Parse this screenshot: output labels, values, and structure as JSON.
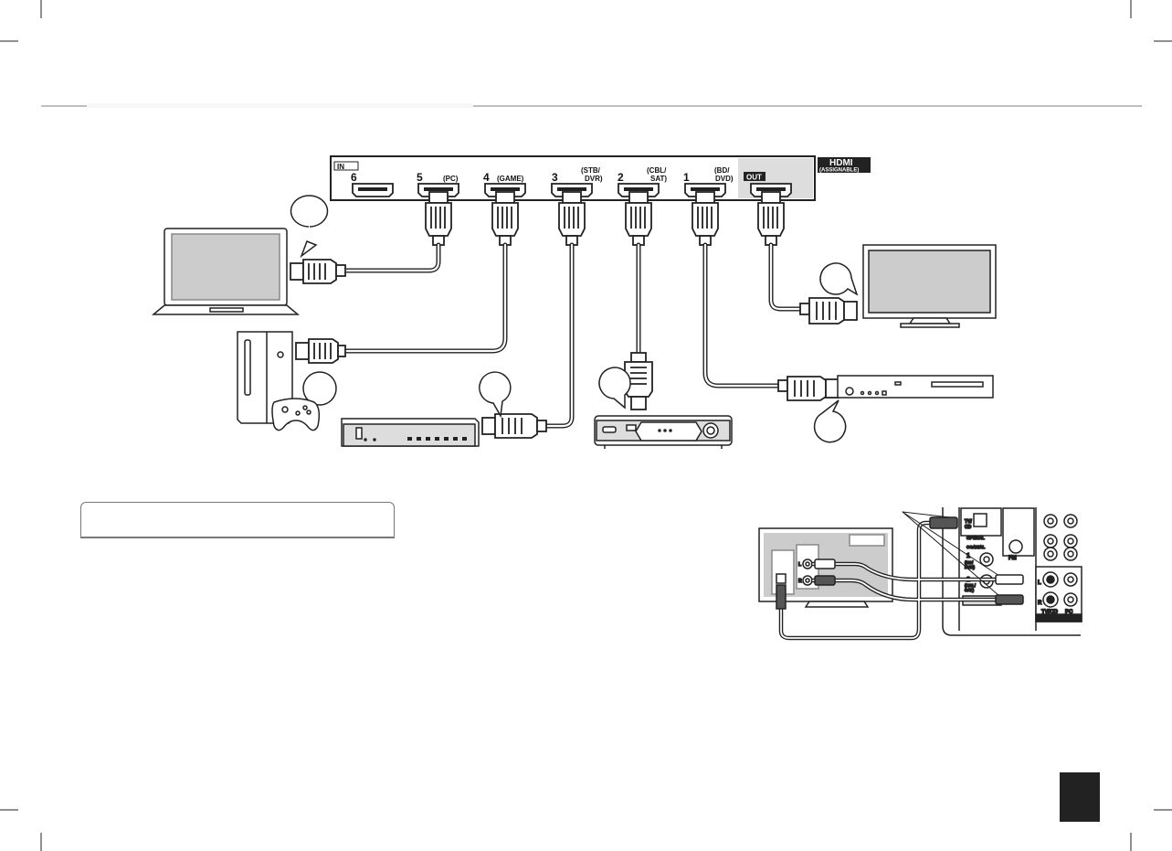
{
  "panel": {
    "in_label": "IN",
    "out_label": "OUT",
    "hdmi_title": "HDMI",
    "hdmi_subtitle": "(ASSIGNABLE)",
    "ports": [
      {
        "num": "6",
        "name_1": "",
        "name_2": ""
      },
      {
        "num": "5",
        "name_1": "(PC)",
        "name_2": ""
      },
      {
        "num": "4",
        "name_1": "(GAME)",
        "name_2": ""
      },
      {
        "num": "3",
        "name_1": "(STB/",
        "name_2": "DVR)"
      },
      {
        "num": "2",
        "name_1": "(CBL/",
        "name_2": "SAT)"
      },
      {
        "num": "1",
        "name_1": "(BD/",
        "name_2": "DVD)"
      }
    ]
  },
  "rear_panel": {
    "optical_label": "OPTICAL",
    "coaxial_label": "COAXIAL",
    "optical_in_1": "TV/",
    "optical_in_2": "CD",
    "coax_1_num": "1",
    "coax_1_a": "(BD/",
    "coax_1_b": "DVD)",
    "coax_2_num": "2",
    "coax_2_a": "(CBL/",
    "coax_2_b": "SAT)",
    "fm_label": "FM",
    "tvcd_label": "TV/CD",
    "pc_label": "PC",
    "audio_l": "L",
    "audio_r": "R"
  },
  "tv_small": {
    "audio_l": "L",
    "audio_r": "R"
  },
  "colors": {
    "ink": "#222222",
    "panel_shade": "#dddddd",
    "screen_gray": "#cccccc"
  }
}
